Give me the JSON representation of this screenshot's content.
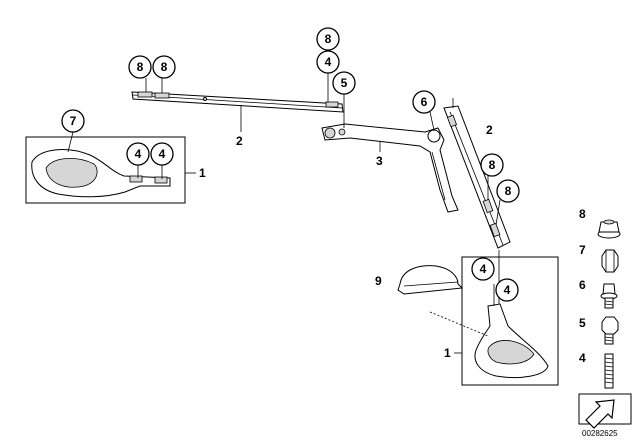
{
  "callouts": {
    "top_left_a": "8",
    "top_left_b": "8",
    "top_mid_a": "8",
    "top_mid_b": "4",
    "top_mid_c": "5",
    "left_box_main": "7",
    "left_box_a": "4",
    "left_box_b": "4",
    "right_strut_top": "6",
    "right_strut_a": "8",
    "right_strut_b": "8",
    "right_box_a": "4",
    "right_box_b": "4"
  },
  "labels": {
    "strut_left": "2",
    "strut_right": "2",
    "bracket": "3",
    "left_box_ref": "1",
    "right_box_ref": "1",
    "cap": "9"
  },
  "legend": {
    "items": [
      {
        "number": "8",
        "part": "nut-with-washer"
      },
      {
        "number": "7",
        "part": "hex-nut"
      },
      {
        "number": "6",
        "part": "collar-bolt"
      },
      {
        "number": "5",
        "part": "hex-bolt"
      },
      {
        "number": "4",
        "part": "stud"
      }
    ]
  },
  "diagram_id": "00282625"
}
